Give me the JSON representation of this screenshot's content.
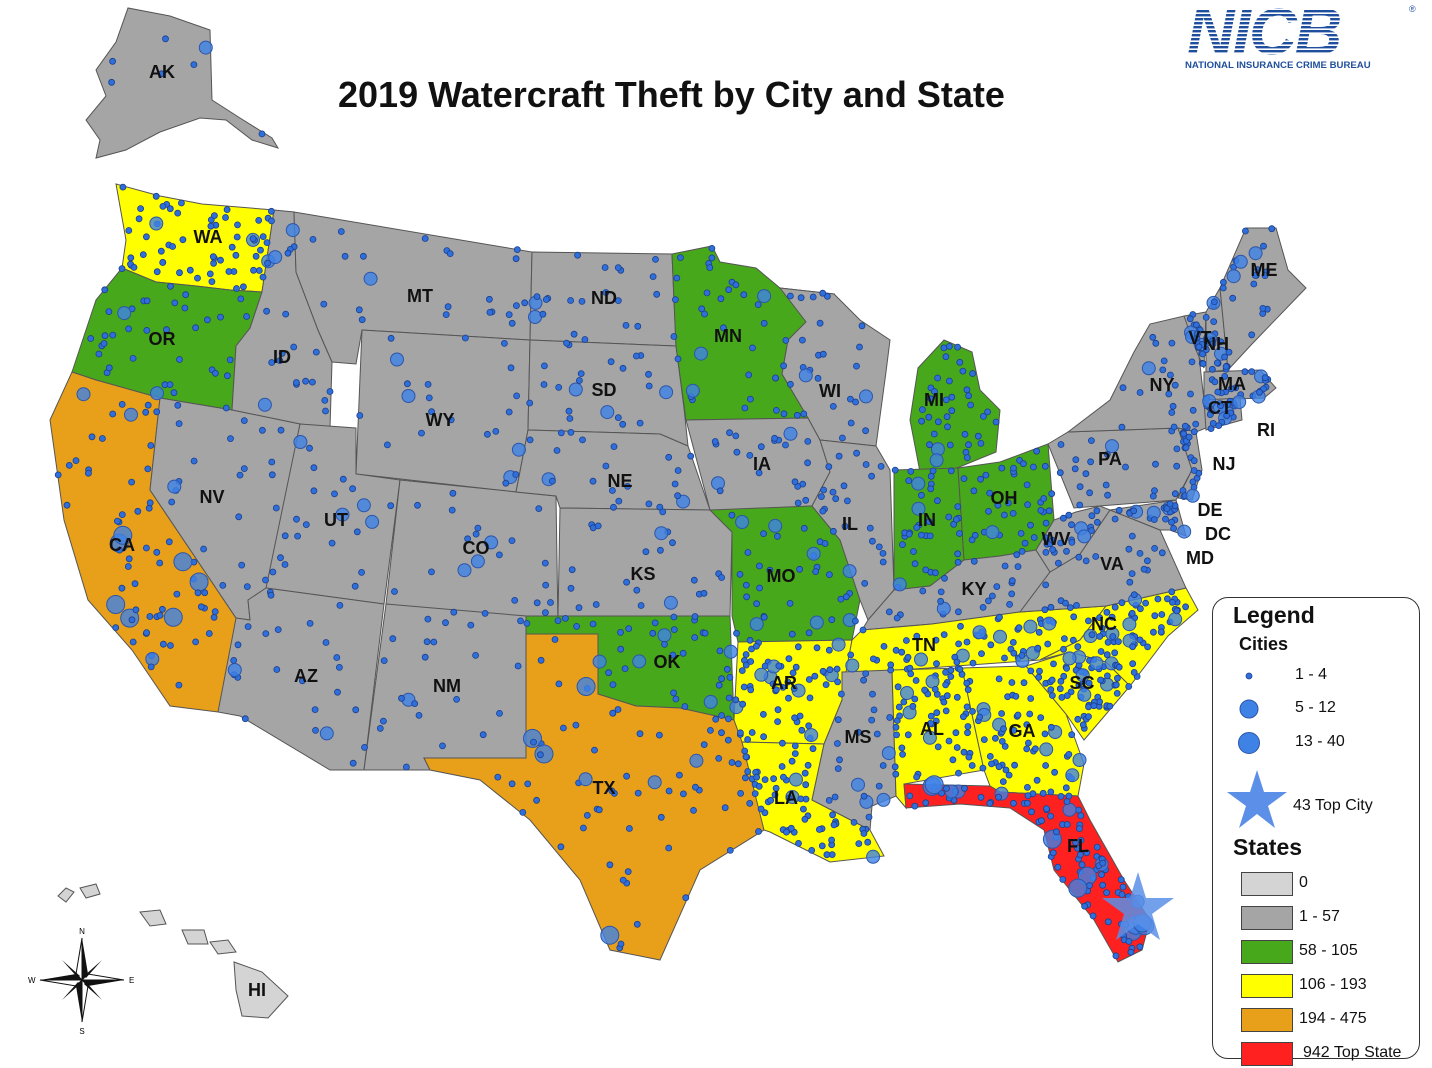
{
  "title": "2019 Watercraft Theft by City and State",
  "logo": {
    "mark": "NICB",
    "subtitle": "NATIONAL INSURANCE CRIME BUREAU",
    "registered": "®"
  },
  "colors": {
    "class_0": "#d4d4d4",
    "class_1_57": "#a5a5a5",
    "class_58_105": "#48a81c",
    "class_106_193": "#ffff00",
    "class_194_475": "#e8a01a",
    "class_top": "#ff2020",
    "city": "#2f6fdb"
  },
  "legend": {
    "title": "Legend",
    "cities_title": "Cities",
    "cities": [
      {
        "label": "1 - 4"
      },
      {
        "label": "5 - 12"
      },
      {
        "label": "13 - 40"
      },
      {
        "label": "43 Top City"
      }
    ],
    "states_title": "States",
    "states": [
      {
        "label": "0",
        "color": "#d4d4d4"
      },
      {
        "label": "1 - 57",
        "color": "#a5a5a5"
      },
      {
        "label": "58 - 105",
        "color": "#48a81c"
      },
      {
        "label": "106 - 193",
        "color": "#ffff00"
      },
      {
        "label": "194 - 475",
        "color": "#e8a01a"
      },
      {
        "label": "942 Top State",
        "color": "#ff2020"
      }
    ]
  },
  "compass": {
    "n": "N",
    "s": "S",
    "e": "E",
    "w": "W"
  },
  "states": {
    "AK": "AK",
    "WA": "WA",
    "OR": "OR",
    "CA": "CA",
    "ID": "ID",
    "NV": "NV",
    "MT": "MT",
    "WY": "WY",
    "UT": "UT",
    "AZ": "AZ",
    "CO": "CO",
    "NM": "NM",
    "ND": "ND",
    "SD": "SD",
    "NE": "NE",
    "KS": "KS",
    "OK": "OK",
    "TX": "TX",
    "MN": "MN",
    "IA": "IA",
    "MO": "MO",
    "AR": "AR",
    "LA": "LA",
    "WI": "WI",
    "IL": "IL",
    "MI": "MI",
    "IN": "IN",
    "OH": "OH",
    "KY": "KY",
    "TN": "TN",
    "MS": "MS",
    "AL": "AL",
    "GA": "GA",
    "FL": "FL",
    "SC": "SC",
    "NC": "NC",
    "VA": "VA",
    "WV": "WV",
    "PA": "PA",
    "NY": "NY",
    "VT": "VT",
    "NH": "NH",
    "ME": "ME",
    "MA": "MA",
    "CT": "CT",
    "RI": "RI",
    "NJ": "NJ",
    "DE": "DE",
    "DC": "DC",
    "MD": "MD",
    "HI": "HI"
  }
}
